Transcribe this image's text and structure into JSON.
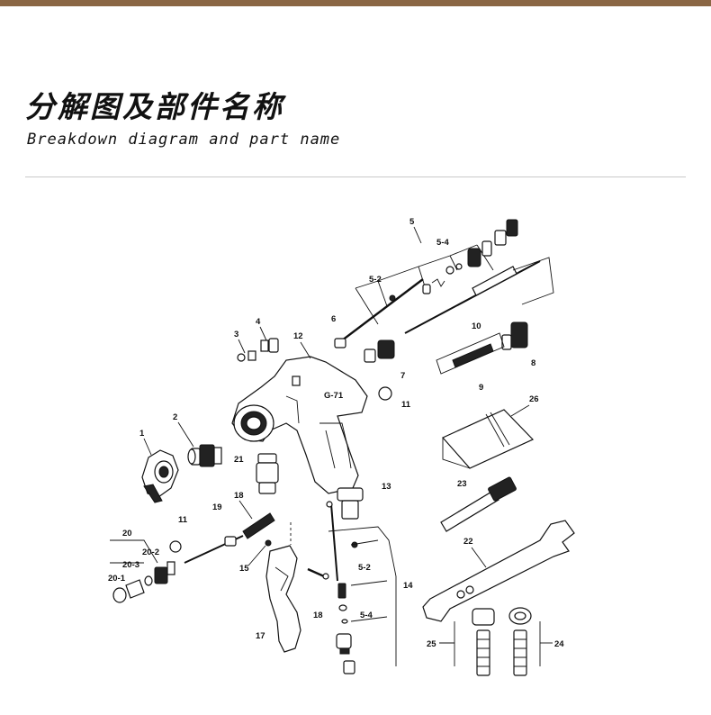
{
  "header": {
    "title_cn": "分解图及部件名称",
    "title_en": "Breakdown diagram and part name"
  },
  "gun_marking": "G-71",
  "parts": [
    {
      "id": "1"
    },
    {
      "id": "2"
    },
    {
      "id": "3"
    },
    {
      "id": "4"
    },
    {
      "id": "5"
    },
    {
      "id": "5-2"
    },
    {
      "id": "5-4"
    },
    {
      "id": "6"
    },
    {
      "id": "7"
    },
    {
      "id": "8"
    },
    {
      "id": "9"
    },
    {
      "id": "10"
    },
    {
      "id": "11"
    },
    {
      "id": "12"
    },
    {
      "id": "13"
    },
    {
      "id": "14"
    },
    {
      "id": "15"
    },
    {
      "id": "17"
    },
    {
      "id": "18"
    },
    {
      "id": "19"
    },
    {
      "id": "20"
    },
    {
      "id": "20-1"
    },
    {
      "id": "20-2"
    },
    {
      "id": "20-3"
    },
    {
      "id": "21"
    },
    {
      "id": "22"
    },
    {
      "id": "23"
    },
    {
      "id": "24"
    },
    {
      "id": "25"
    },
    {
      "id": "26"
    }
  ],
  "labels": {
    "p1": "1",
    "p2": "2",
    "p3": "3",
    "p4": "4",
    "p5": "5",
    "p5_2_top": "5-2",
    "p5_4_top": "5-4",
    "p6": "6",
    "p7": "7",
    "p8": "8",
    "p9": "9",
    "p10": "10",
    "p11_right": "11",
    "p11_left": "11",
    "p12": "12",
    "p13": "13",
    "p14": "14",
    "p15": "15",
    "p17": "17",
    "p18_left": "18",
    "p18_bottom": "18",
    "p19": "19",
    "p20": "20",
    "p20_1": "20-1",
    "p20_2": "20-2",
    "p20_3": "20-3",
    "p21": "21",
    "p22": "22",
    "p23": "23",
    "p24": "24",
    "p25": "25",
    "p26": "26",
    "p5_2_bottom": "5-2",
    "p5_4_bottom": "5-4"
  }
}
